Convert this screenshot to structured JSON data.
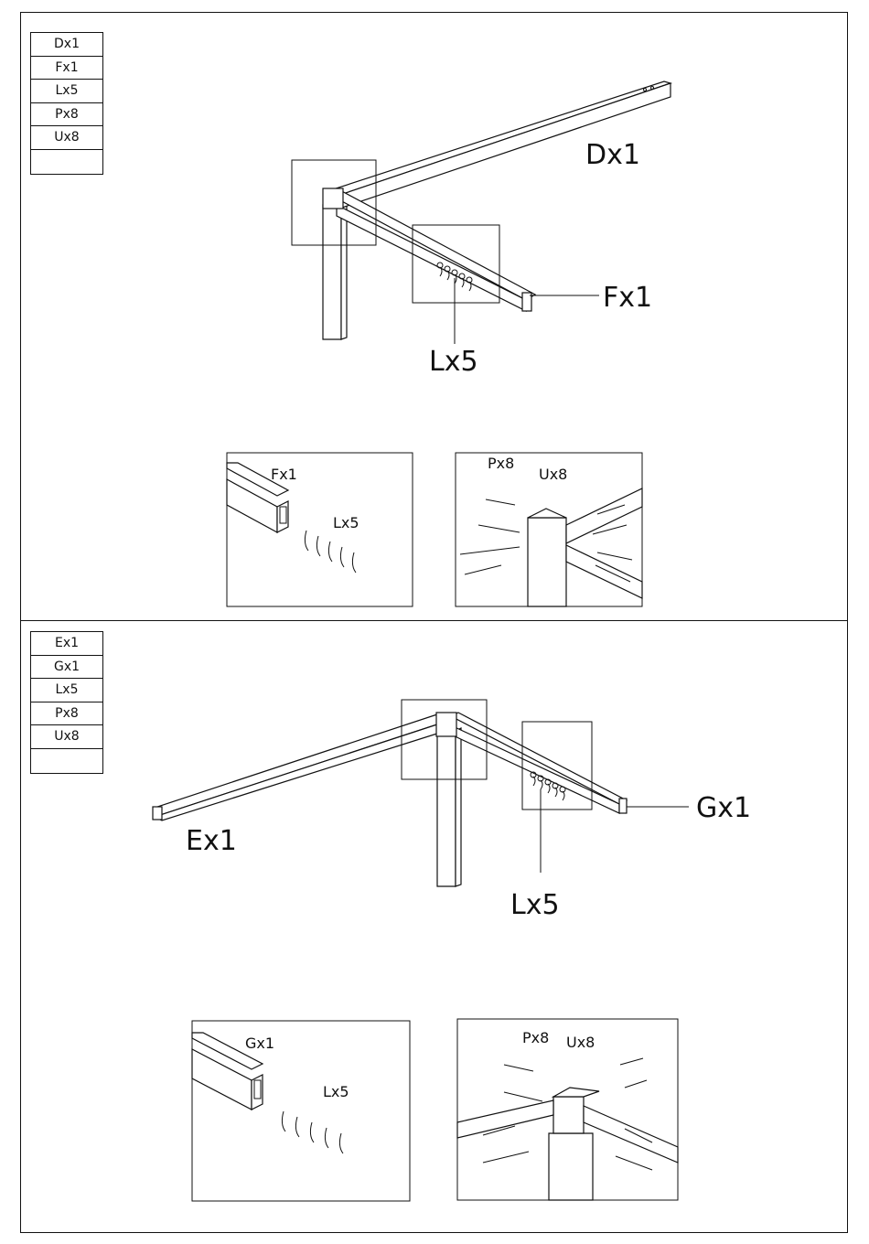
{
  "step1": {
    "parts": [
      "Dx1",
      "Fx1",
      "Lx5",
      "Px8",
      "Ux8",
      ""
    ],
    "labels": {
      "beam_long": "Dx1",
      "beam_short": "Fx1",
      "hooks": "Lx5"
    },
    "detail_a": {
      "beam": "Fx1",
      "hooks": "Lx5"
    },
    "detail_b": {
      "bolt": "Px8",
      "washer": "Ux8"
    }
  },
  "step2": {
    "parts": [
      "Ex1",
      "Gx1",
      "Lx5",
      "Px8",
      "Ux8",
      ""
    ],
    "labels": {
      "beam_long": "Ex1",
      "beam_short": "Gx1",
      "hooks": "Lx5"
    },
    "detail_a": {
      "beam": "Gx1",
      "hooks": "Lx5"
    },
    "detail_b": {
      "bolt": "Px8",
      "washer": "Ux8"
    }
  }
}
